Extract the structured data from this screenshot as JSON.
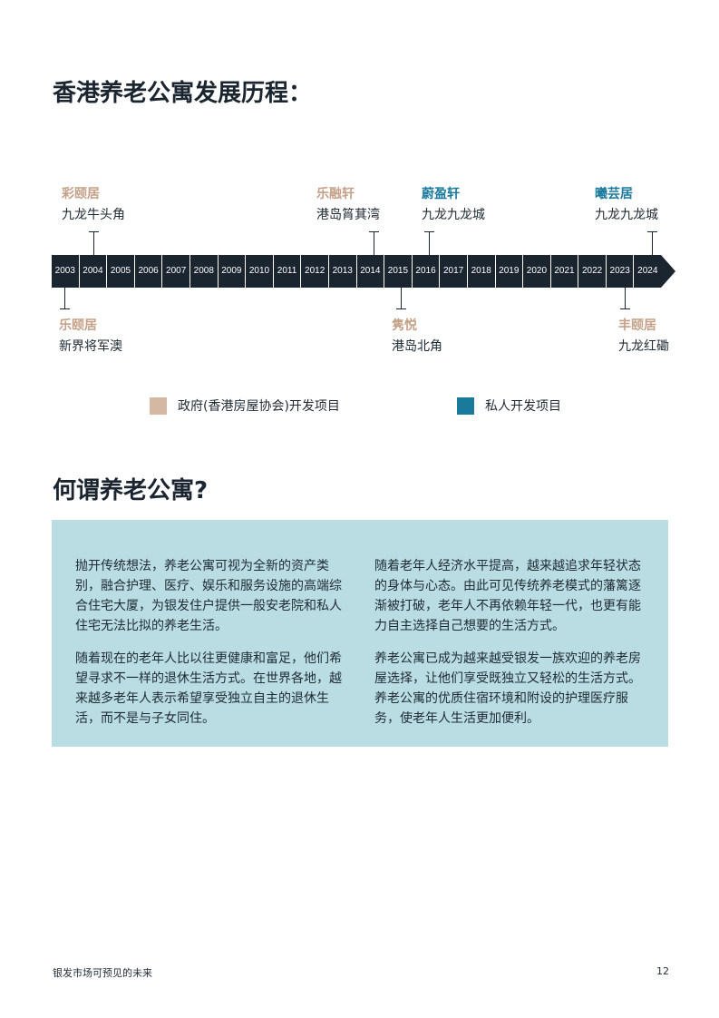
{
  "timeline_title": "香港养老公寓发展历程：",
  "years": [
    "2003",
    "2004",
    "2005",
    "2006",
    "2007",
    "2008",
    "2009",
    "2010",
    "2011",
    "2012",
    "2013",
    "2014",
    "2015",
    "2016",
    "2017",
    "2018",
    "2019",
    "2020",
    "2021",
    "2022",
    "2023",
    "2024"
  ],
  "events_above": [
    {
      "name": "彩颐居",
      "location": "九龙牛头角",
      "type": "gov"
    },
    {
      "name": "乐融轩",
      "location": "港岛筲萁湾",
      "type": "gov"
    },
    {
      "name": "蔚盈轩",
      "location": "九龙九龙城",
      "type": "private"
    },
    {
      "name": "曦芸居",
      "location": "九龙九龙城",
      "type": "private"
    }
  ],
  "events_below": [
    {
      "name": "乐颐居",
      "location": "新界将军澳",
      "type": "gov"
    },
    {
      "name": "隽悦",
      "location": "港岛北角",
      "type": "gov"
    },
    {
      "name": "丰颐居",
      "location": "九龙红磡",
      "type": "gov"
    }
  ],
  "legend": [
    {
      "label": "政府(香港房屋协会)开发项目",
      "color": "#d4b8a4"
    },
    {
      "label": "私人开发项目",
      "color": "#1a7a9c"
    }
  ],
  "colors": {
    "gov_text": "#c4a188",
    "private_text": "#1a7a9c",
    "bar": "#1a2530",
    "box": "#b9dde3"
  },
  "section_title": "何谓养老公寓?",
  "paragraphs": {
    "left": [
      "抛开传统想法，养老公寓可视为全新的资产类别，融合护理、医疗、娱乐和服务设施的高端综合住宅大厦，为银发住户提供一般安老院和私人住宅无法比拟的养老生活。",
      "随着现在的老年人比以往更健康和富足，他们希望寻求不一样的退休生活方式。在世界各地，越来越多老年人表示希望享受独立自主的退休生活，而不是与子女同住。"
    ],
    "right": [
      "随着老年人经济水平提高，越来越追求年轻状态的身体与心态。由此可见传统养老模式的藩篱逐渐被打破，老年人不再依赖年轻一代，也更有能力自主选择自己想要的生活方式。",
      "养老公寓已成为越来越受银发一族欢迎的养老房屋选择，让他们享受既独立又轻松的生活方式。养老公寓的优质住宿环境和附设的护理医疗服务，使老年人生活更加便利。"
    ]
  },
  "footer": {
    "title": "银发市场可预见的未来",
    "page": "12"
  }
}
